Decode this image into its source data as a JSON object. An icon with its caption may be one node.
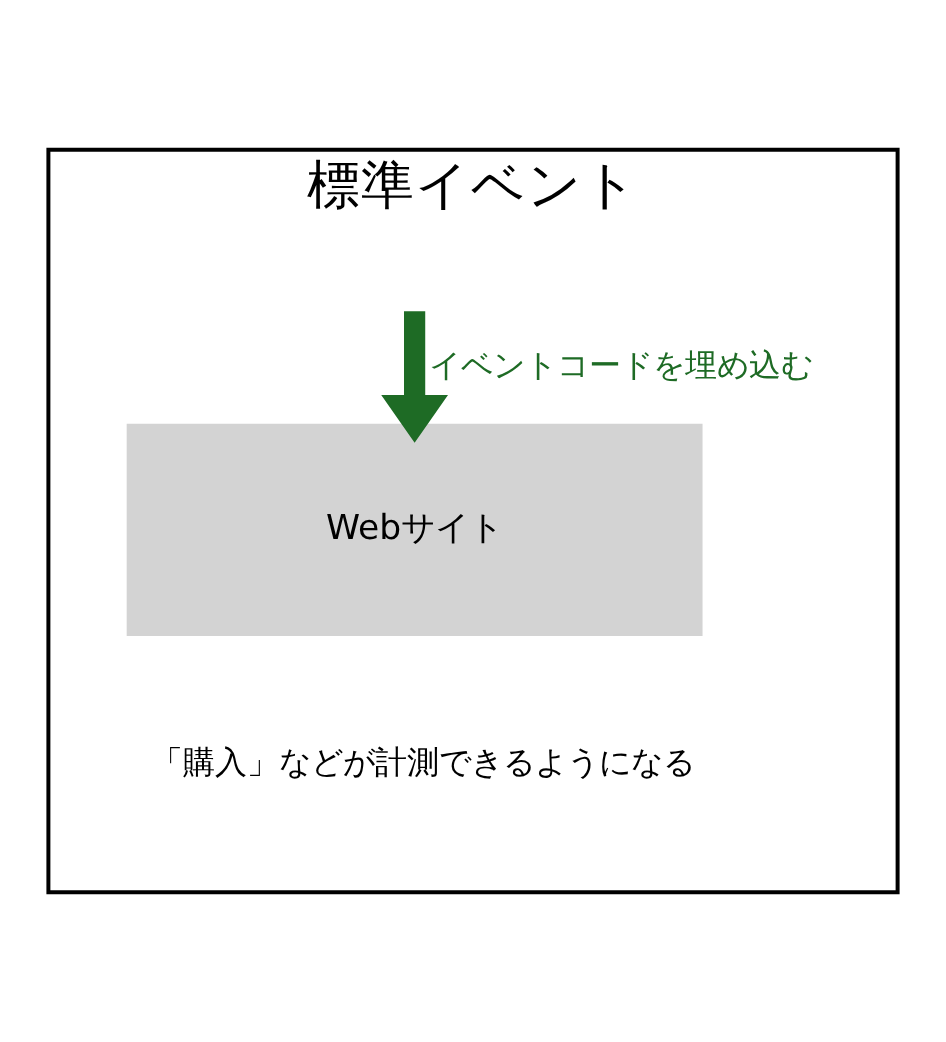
{
  "diagram": {
    "nodes": [
      {
        "text": [
          "標準イベント"
        ]
      },
      {
        "text": [
          "Webサイト"
        ],
        "in": 0
      }
    ],
    "edges": [
      {
        "from": null,
        "to": 1,
        "arrow": "to",
        "label": "イベントコードを埋め込む",
        "color": "#1e6b25"
      }
    ],
    "labels": [
      "「購入」などが計測できるようになる"
    ]
  }
}
